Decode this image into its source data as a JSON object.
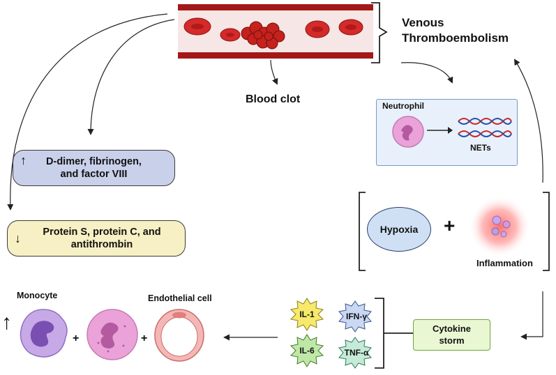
{
  "vte": {
    "line1": "Venous",
    "line2": "Thromboembolism"
  },
  "blood_clot": "Blood clot",
  "neutrophil_box": {
    "neutrophil": "Neutrophil",
    "nets": "NETs"
  },
  "increase_box": {
    "line1": "D-dimer, fibrinogen,",
    "line2": "and factor VIII",
    "arrow": "↑"
  },
  "decrease_box": {
    "line1": "Protein S, protein C, and",
    "line2": "antithrombin",
    "arrow": "↓"
  },
  "hypoxia": "Hypoxia",
  "plus": "+",
  "inflammation": "Inflammation",
  "cytokines": [
    "IL-1",
    "IFN-γ",
    "IL-6",
    "TNF-α"
  ],
  "cytokine_storm": {
    "line1": "Cytokine",
    "line2": "storm"
  },
  "cells": {
    "monocyte": "Monocyte",
    "endothelial": "Endothelial cell",
    "arrow": "↑",
    "plus1": "+",
    "plus2": "+"
  },
  "colors": {
    "vessel": "#b01c1c",
    "rbc": "#d42a2a",
    "lavender_box": "#c9d0ea",
    "yellow_box": "#f7f0c4",
    "neutrophil_box_bg": "#e8f0fb",
    "storm_box": "#eaf7d3",
    "hypoxia_fill": "#cfe0f5",
    "monocyte": "#c7a9e8",
    "neutrophil": "#eaa2d9"
  }
}
